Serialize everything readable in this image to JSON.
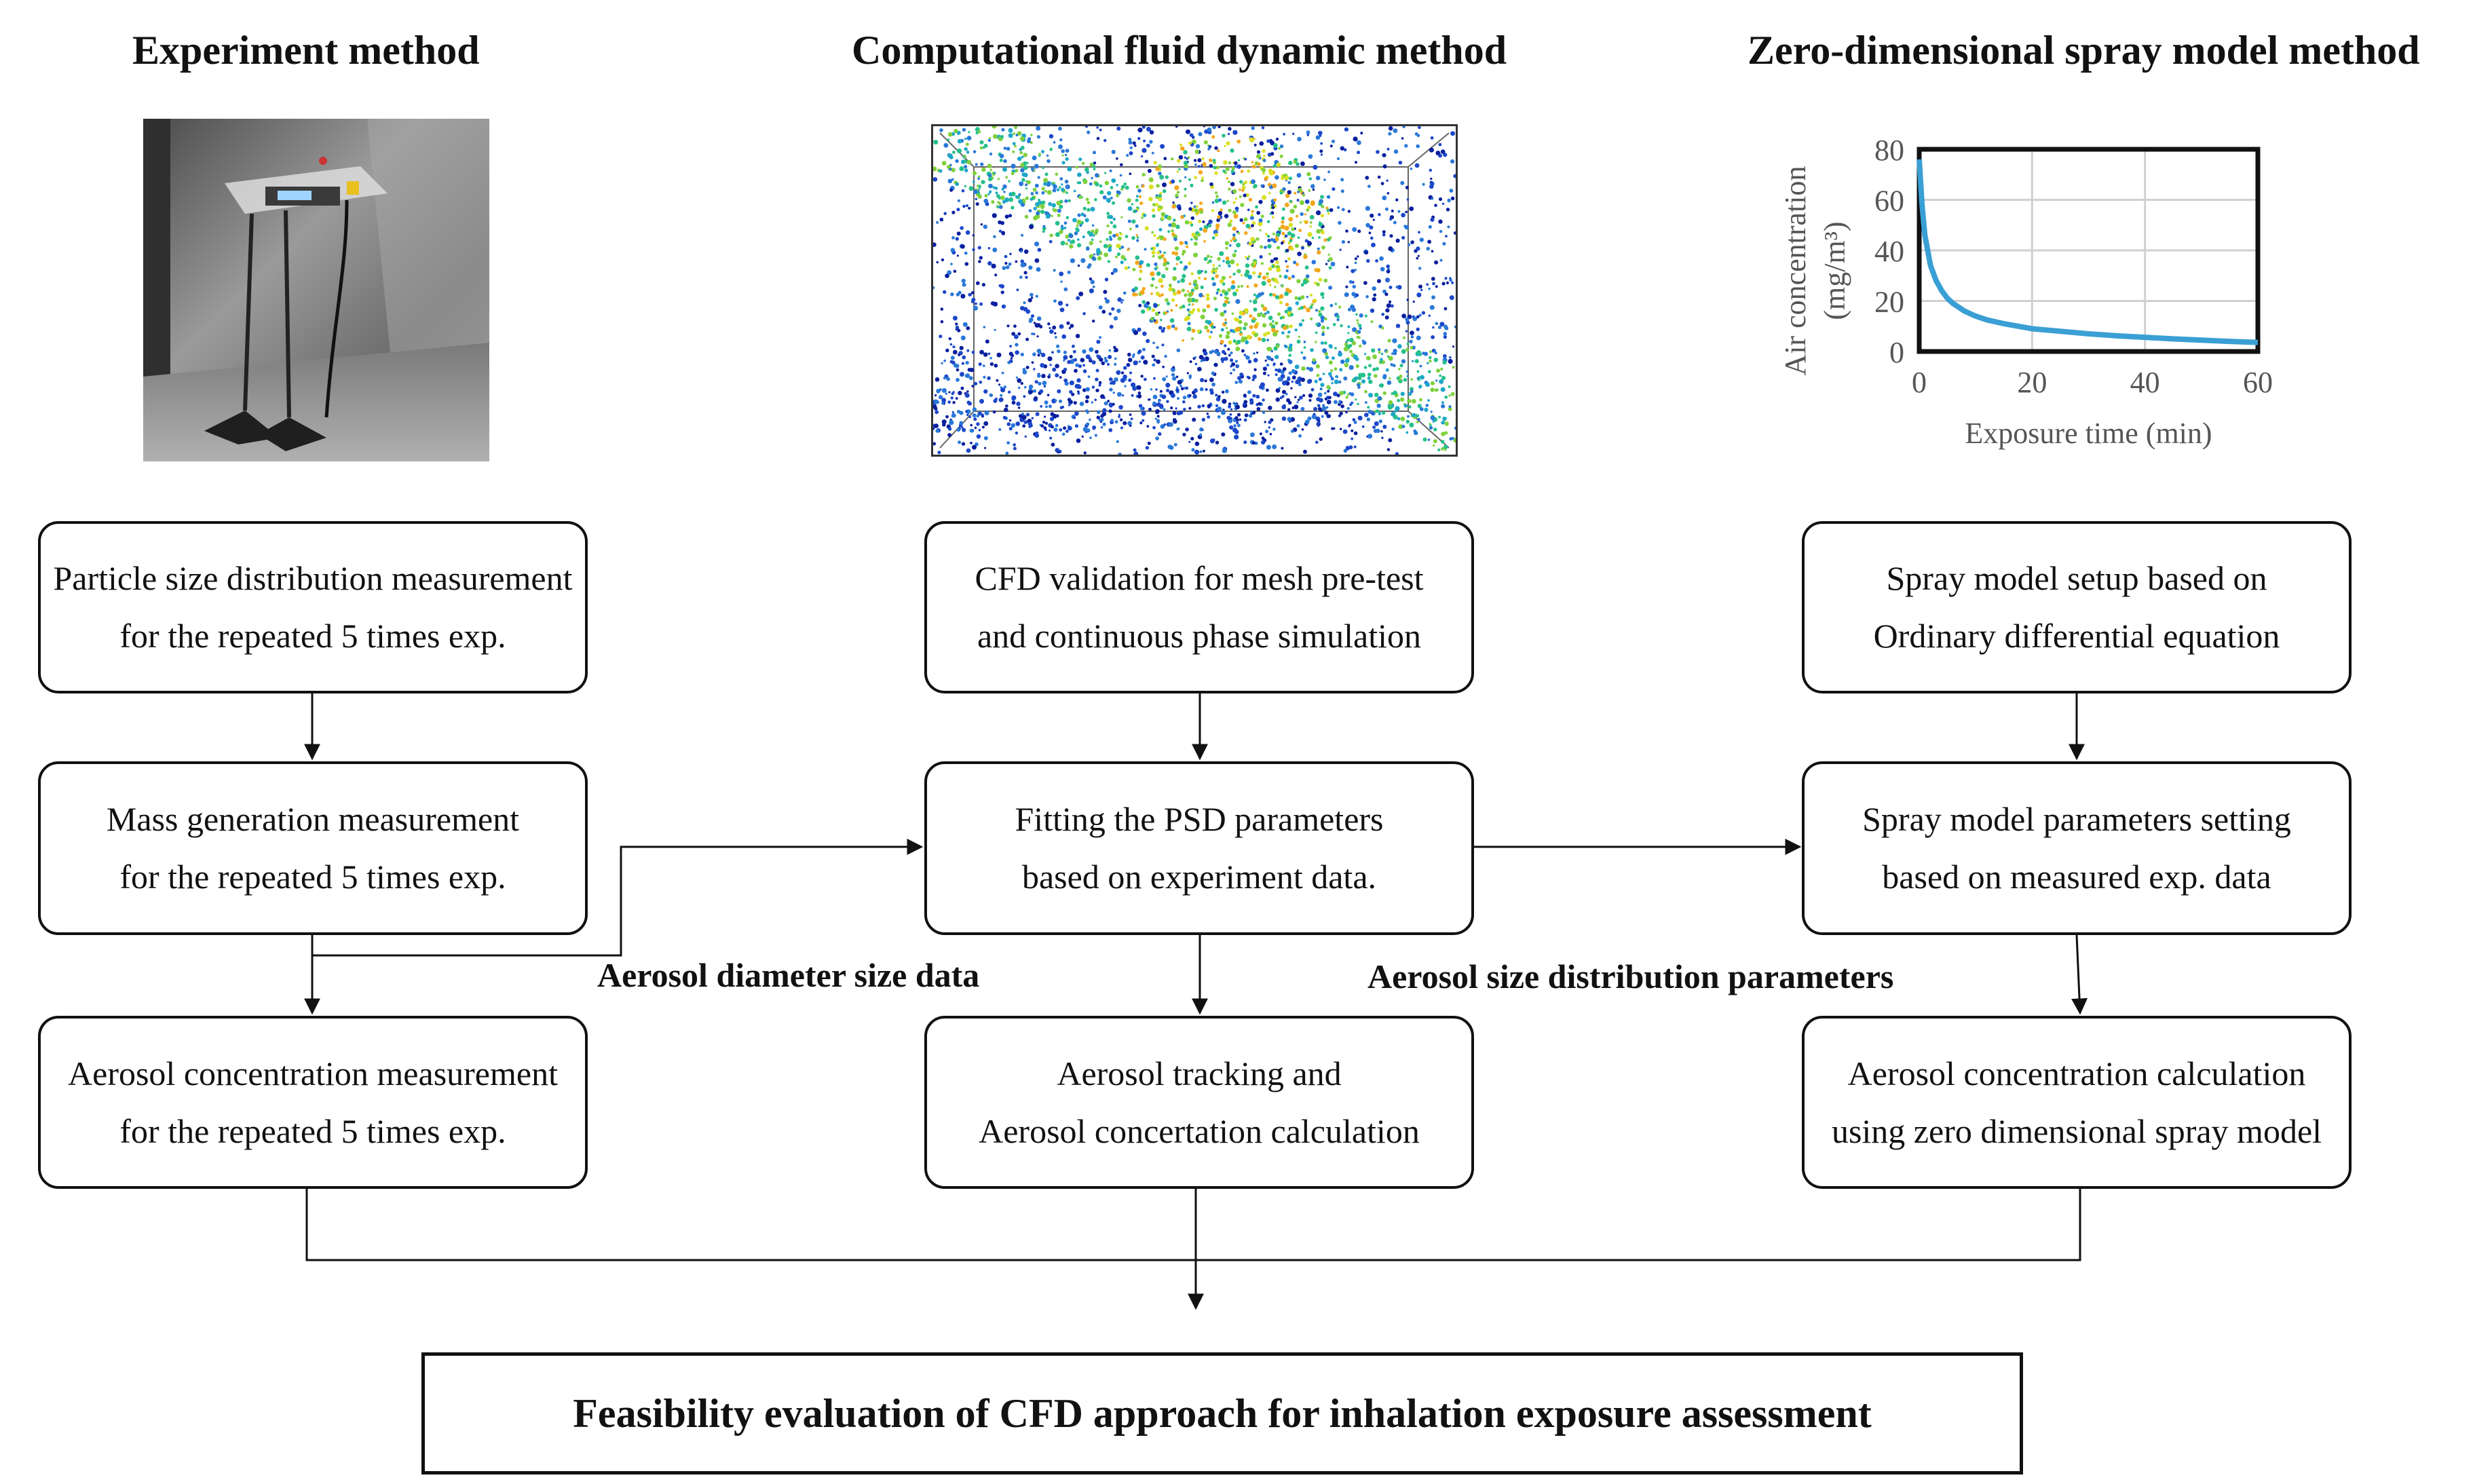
{
  "columns": {
    "experiment": {
      "title": "Experiment method"
    },
    "cfd": {
      "title": "Computational fluid dynamic method"
    },
    "spray": {
      "title": "Zero-dimensional spray model method"
    }
  },
  "experiment_boxes": [
    {
      "line1": "Particle size distribution measurement",
      "line2": "for the repeated 5 times exp."
    },
    {
      "line1": "Mass generation measurement",
      "line2": "for the repeated 5 times exp."
    },
    {
      "line1": "Aerosol concentration measurement",
      "line2": "for the repeated 5 times exp."
    }
  ],
  "cfd_boxes": [
    {
      "line1": "CFD validation for mesh pre-test",
      "line2": "and continuous phase simulation"
    },
    {
      "line1": "Fitting the PSD parameters",
      "line2": "based on experiment data."
    },
    {
      "line1": "Aerosol tracking and",
      "line2": "Aerosol concertation calculation"
    }
  ],
  "spray_boxes": [
    {
      "line1": "Spray model setup based on",
      "line2": "Ordinary differential equation"
    },
    {
      "line1": "Spray model parameters setting",
      "line2": "based on measured exp. data"
    },
    {
      "line1": "Aerosol concentration calculation",
      "line2": "using zero dimensional spray model"
    }
  ],
  "flow_labels": {
    "diameter": "Aerosol diameter size data",
    "distribution": "Aerosol size distribution parameters"
  },
  "final": {
    "label": "Feasibility evaluation of CFD approach for inhalation exposure assessment"
  },
  "chart_data": {
    "type": "line",
    "xlabel": "Exposure time (min)",
    "ylabel_line1": "Air concentration",
    "ylabel_line2": "(mg/m³)",
    "xlim": [
      0,
      60
    ],
    "ylim": [
      0,
      80
    ],
    "xticks": [
      0,
      20,
      40,
      60
    ],
    "yticks": [
      0,
      20,
      40,
      60,
      80
    ],
    "grid": true,
    "color": "#3a9fd4",
    "series": [
      {
        "x": [
          0,
          0.5,
          1,
          2,
          3,
          4,
          5,
          6,
          8,
          10,
          12,
          15,
          20,
          25,
          30,
          35,
          40,
          45,
          50,
          55,
          60
        ],
        "values": [
          76,
          58,
          46,
          34,
          28,
          24,
          21,
          19,
          16,
          14,
          12.5,
          11,
          9,
          8,
          7,
          6.2,
          5.6,
          5,
          4.5,
          4,
          3.6
        ]
      }
    ]
  }
}
